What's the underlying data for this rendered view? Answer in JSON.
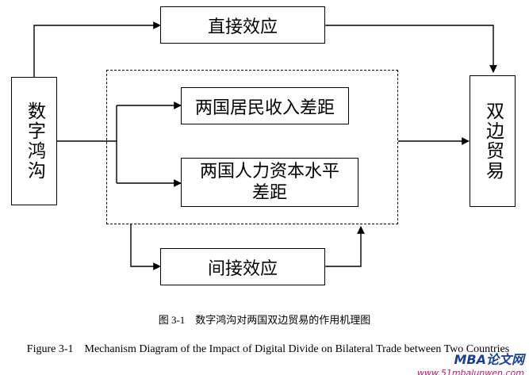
{
  "nodes": {
    "digital_divide": "数字鸿沟",
    "direct_effect": "直接效应",
    "resident_income_gap": "两国居民收入差距",
    "human_capital_gap_line1": "两国人力资本水平",
    "human_capital_gap_line2": "差距",
    "indirect_effect": "间接效应",
    "bilateral_trade": "双边贸易"
  },
  "caption": {
    "chinese": "图 3-1　数字鸿沟对两国双边贸易的作用机理图",
    "english": "Figure 3-1　Mechanism Diagram of the Impact of Digital Divide on Bilateral Trade between Two Countries"
  },
  "watermark": {
    "brand": "MBA论文网",
    "url": "www.51mbalunwen.com"
  },
  "colors": {
    "stroke": "#000000",
    "watermark_brand": "#1a3f8f",
    "watermark_url": "#c0176a"
  }
}
